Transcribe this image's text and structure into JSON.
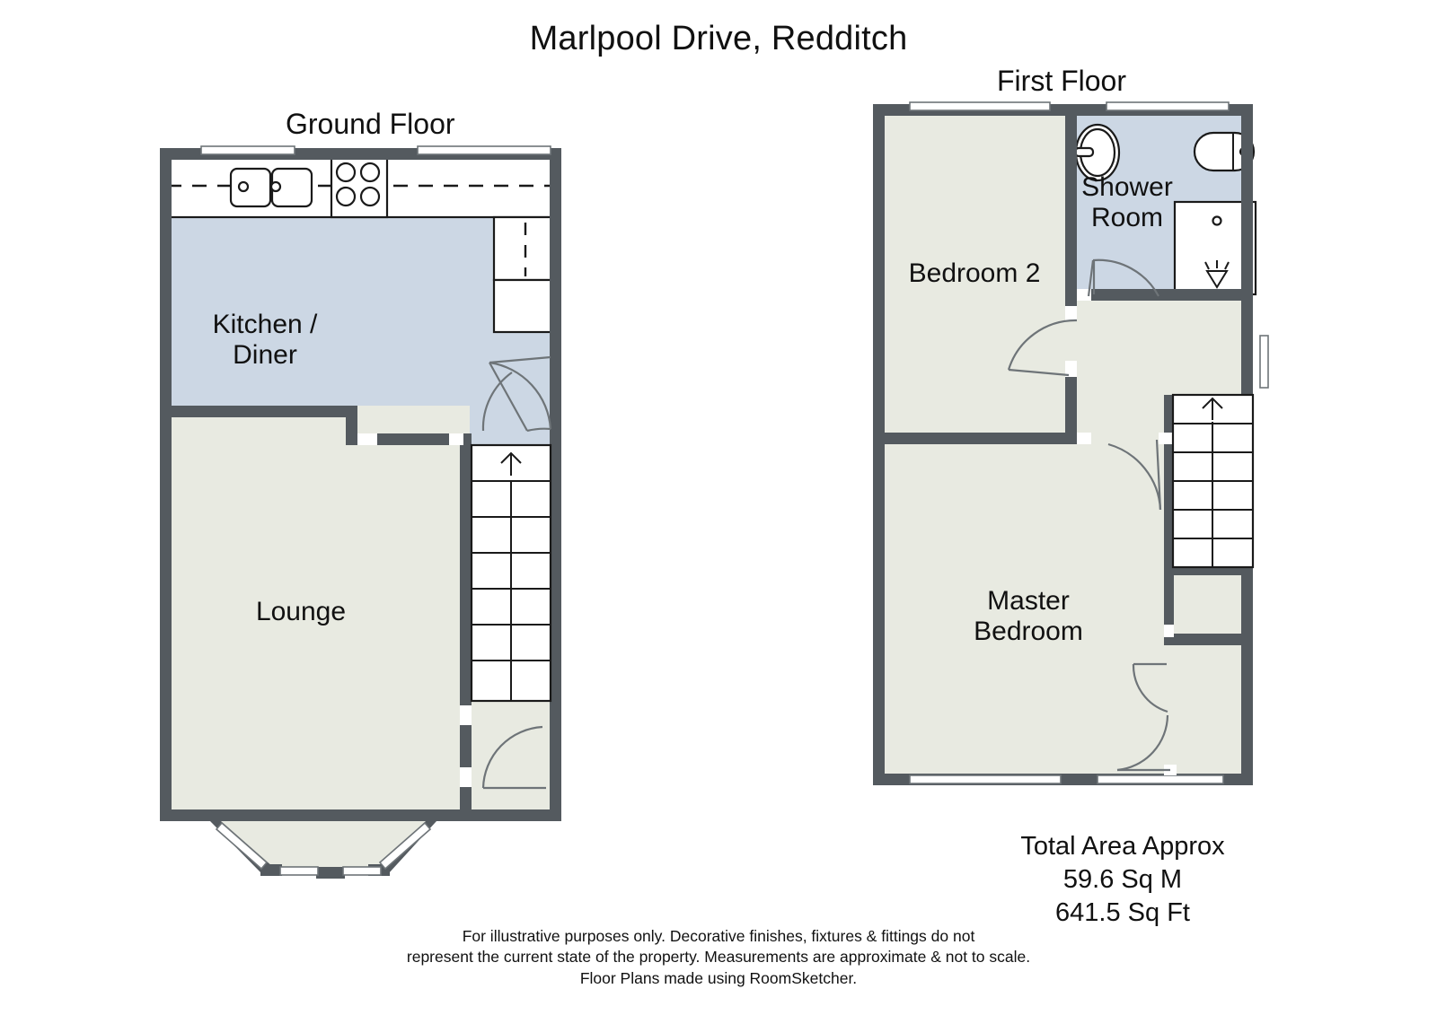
{
  "title": "Marlpool Drive, Redditch",
  "floors": [
    {
      "id": "ground",
      "heading": "Ground Floor"
    },
    {
      "id": "first",
      "heading": "First Floor"
    }
  ],
  "rooms": {
    "kitchen_diner": "Kitchen /\nDiner",
    "lounge": "Lounge",
    "bedroom2": "Bedroom 2",
    "shower_room": "Shower\nRoom",
    "master_bedroom": "Master\nBedroom"
  },
  "area": {
    "line1": "Total Area Approx",
    "line2": "59.6 Sq M",
    "line3": "641.5 Sq Ft"
  },
  "disclaimer": {
    "line1": "For illustrative purposes only. Decorative finishes, fixtures & fittings do not",
    "line2": "represent the current state of the property. Measurements are approximate & not to scale.",
    "line3": "Floor Plans made using RoomSketcher."
  },
  "colors": {
    "wall": "#545a5f",
    "room_fill": "#e8eae1",
    "wet_room_fill": "#ccd7e4",
    "fixture_stroke": "#1a1a1a",
    "door_arc": "#6e7478",
    "window_fill": "#ffffff",
    "background": "#ffffff",
    "text": "#111111"
  },
  "fixtures": {
    "kitchen": [
      "double-sink",
      "four-burner-hob",
      "worktop-run",
      "base-cabinets"
    ],
    "shower_room": [
      "wash-basin",
      "toilet",
      "shower-tray"
    ],
    "circulation": [
      "ground-staircase-up",
      "first-staircase-up",
      "bay-window",
      "entry-door"
    ]
  }
}
